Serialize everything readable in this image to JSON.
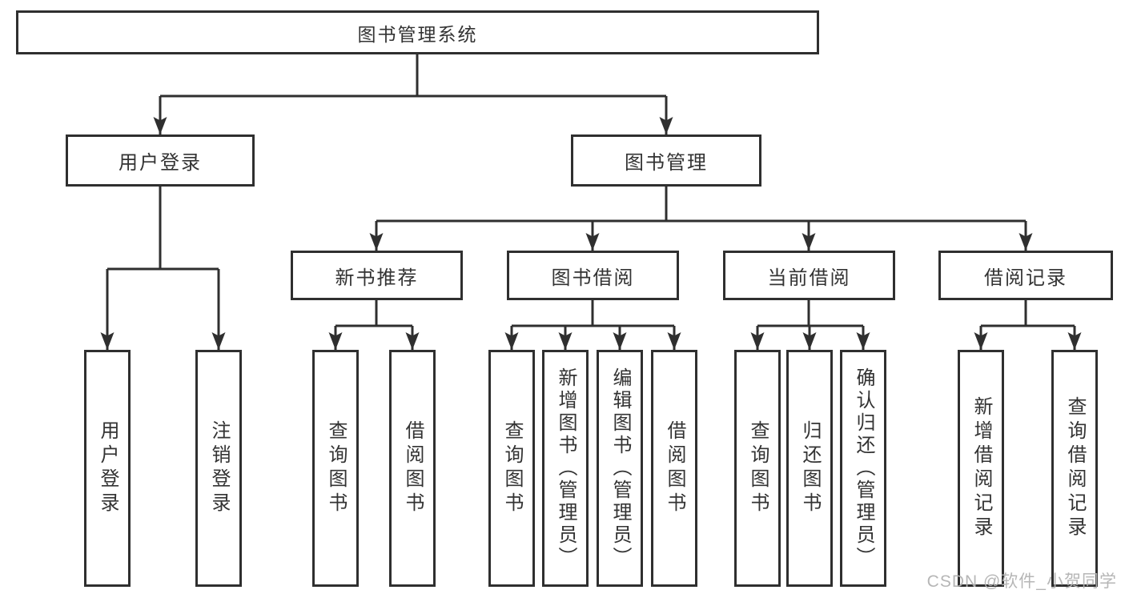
{
  "colors": {
    "line": "#2f2f2f",
    "text": "#333333",
    "box_fill": "#ffffff",
    "watermark": "#b3b3b3",
    "background": "#ffffff"
  },
  "watermark": {
    "text": "CSDN @软件_小贺同学"
  },
  "tree": {
    "root": {
      "label": "图书管理系统",
      "children": [
        {
          "label": "用户登录",
          "children": [
            {
              "label": "用户登录"
            },
            {
              "label": "注销登录"
            }
          ]
        },
        {
          "label": "图书管理",
          "children": [
            {
              "label": "新书推荐",
              "children": [
                {
                  "label": "查询图书"
                },
                {
                  "label": "借阅图书"
                }
              ]
            },
            {
              "label": "图书借阅",
              "children": [
                {
                  "label": "查询图书"
                },
                {
                  "label": "新增图书（管理员）"
                },
                {
                  "label": "编辑图书（管理员）"
                },
                {
                  "label": "借阅图书"
                }
              ]
            },
            {
              "label": "当前借阅",
              "children": [
                {
                  "label": "查询图书"
                },
                {
                  "label": "归还图书"
                },
                {
                  "label": "确认归还（管理员）"
                }
              ]
            },
            {
              "label": "借阅记录",
              "children": [
                {
                  "label": "新增借阅记录"
                },
                {
                  "label": "查询借阅记录"
                }
              ]
            }
          ]
        }
      ]
    }
  }
}
